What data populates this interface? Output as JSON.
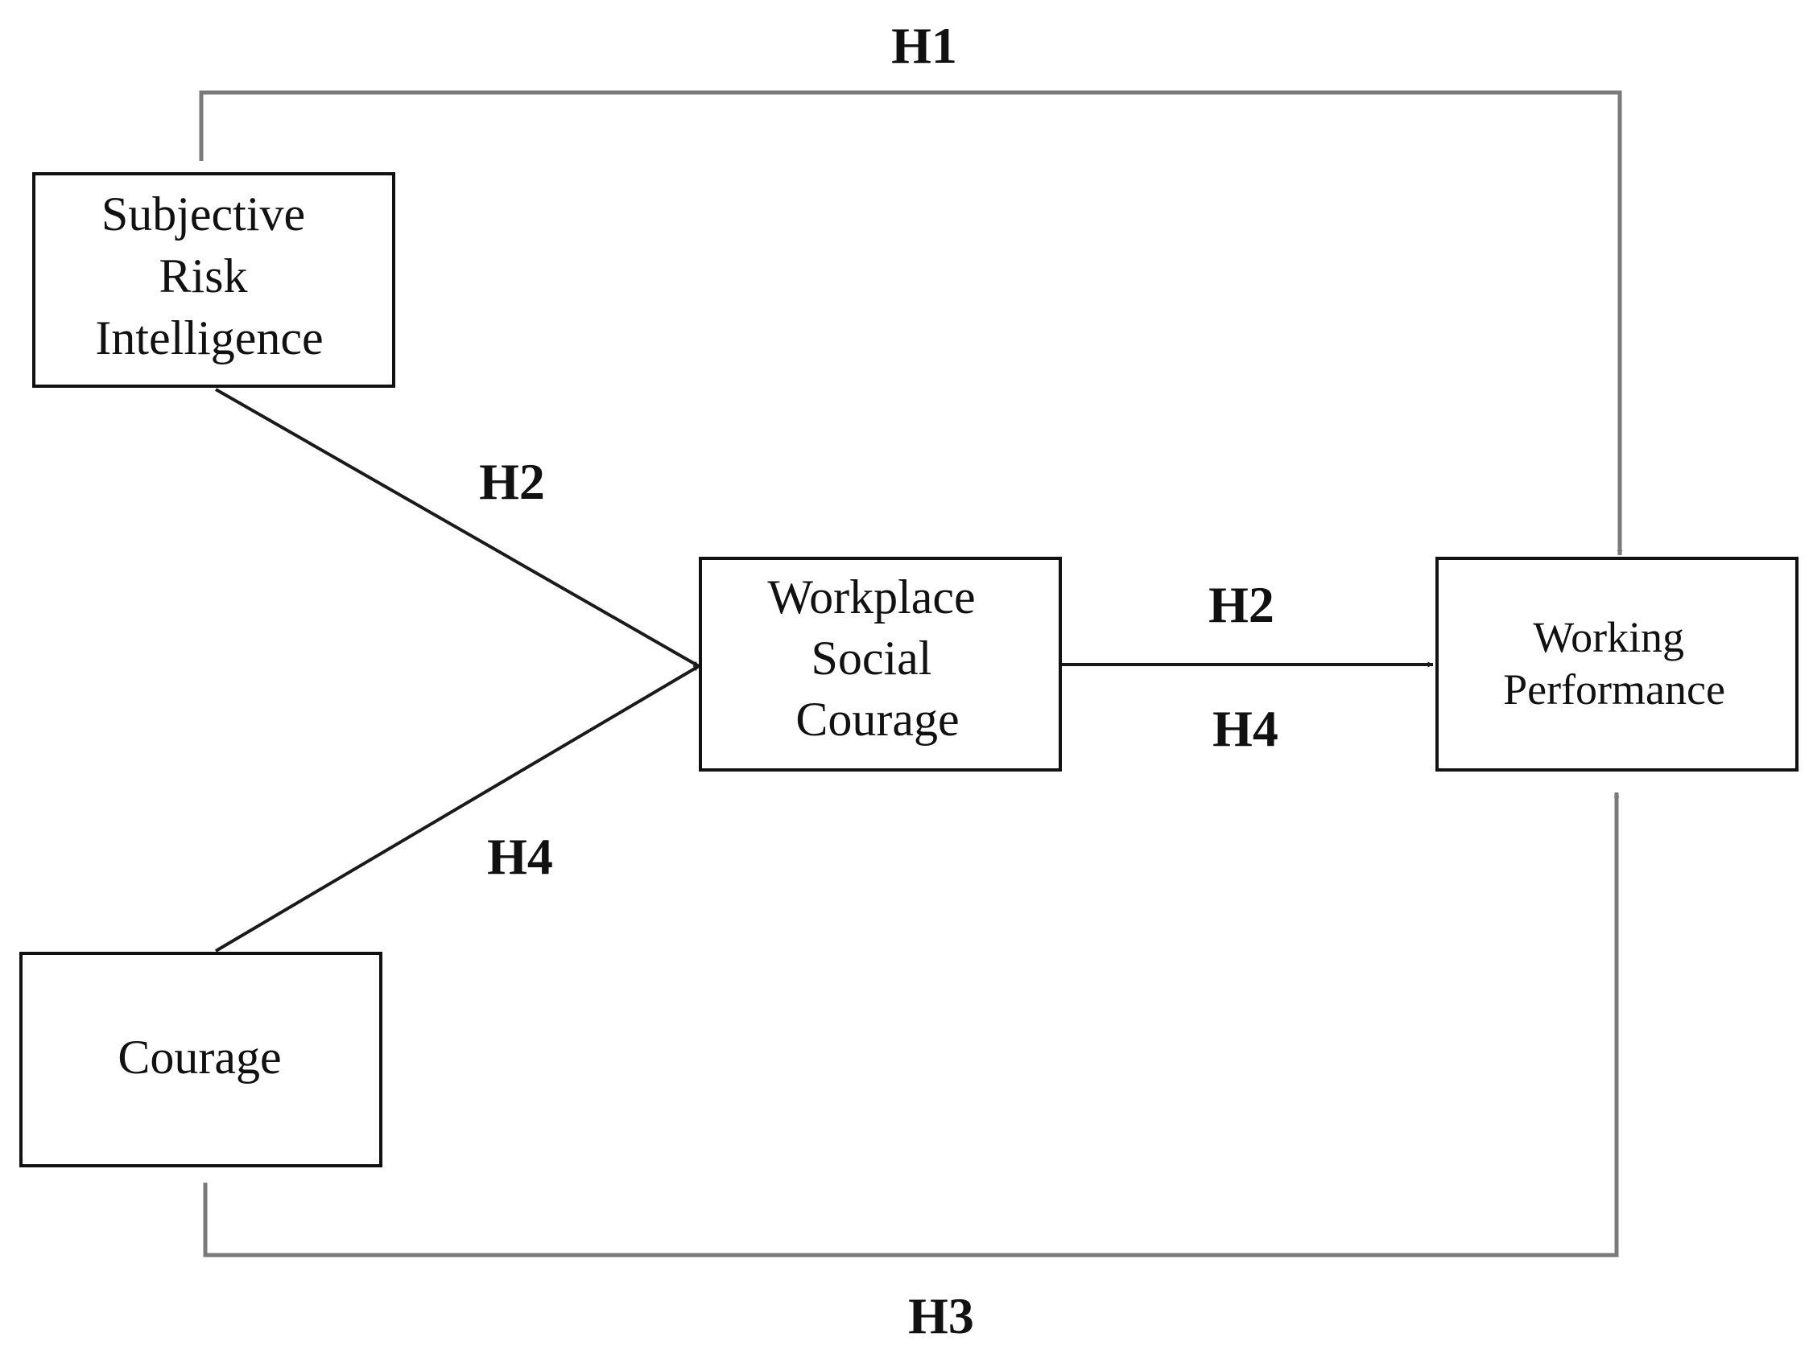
{
  "nodes": {
    "subjective_risk_intelligence": {
      "lines": [
        "Subjective",
        "Risk",
        "Intelligence"
      ]
    },
    "courage": {
      "lines": [
        "Courage"
      ]
    },
    "workplace_social_courage": {
      "lines": [
        "Workplace",
        "Social",
        "Courage"
      ]
    },
    "working_performance": {
      "lines": [
        "Working",
        "Performance"
      ]
    }
  },
  "edges": [
    {
      "from": "subjective_risk_intelligence",
      "to": "working_performance",
      "label": "H1"
    },
    {
      "from": "subjective_risk_intelligence",
      "to": "workplace_social_courage",
      "label": "H2"
    },
    {
      "from": "courage",
      "to": "workplace_social_courage",
      "label": "H4"
    },
    {
      "from": "workplace_social_courage",
      "to": "working_performance",
      "labels": [
        "H2",
        "H4"
      ]
    },
    {
      "from": "courage",
      "to": "working_performance",
      "label": "H3"
    }
  ],
  "labels": {
    "h1": "H1",
    "h2_left": "H2",
    "h4_left": "H4",
    "h2_right": "H2",
    "h4_right": "H4",
    "h3": "H3"
  }
}
